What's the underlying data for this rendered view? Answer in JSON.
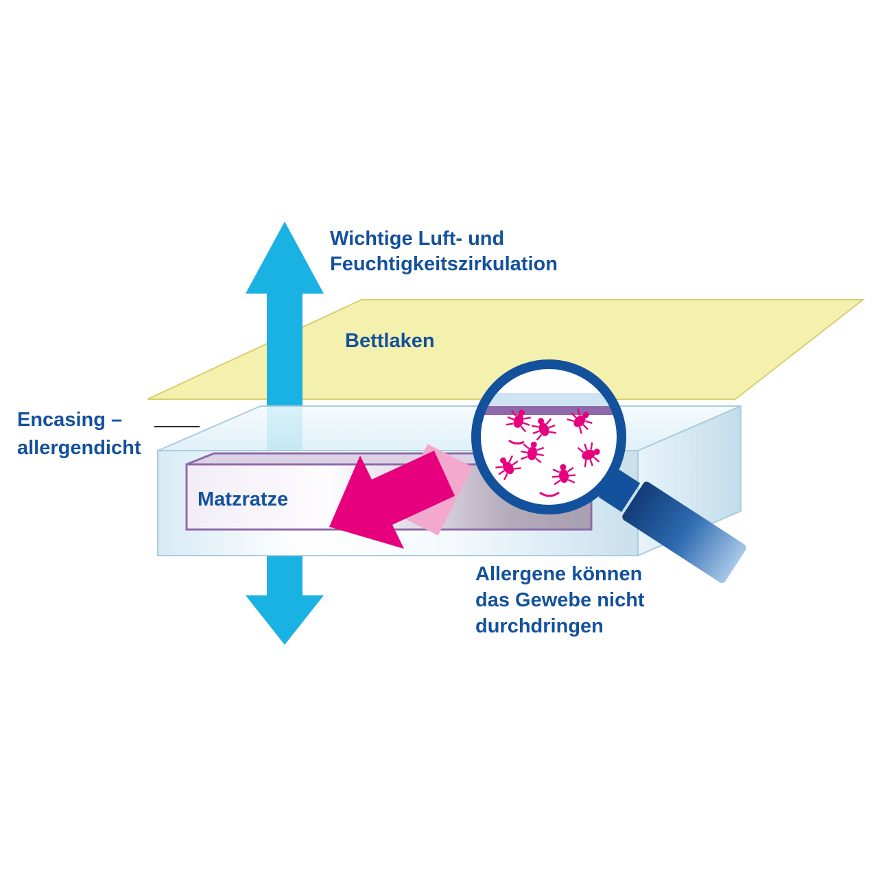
{
  "diagram": {
    "labels": {
      "circulation_line1": "Wichtige Luft- und",
      "circulation_line2": "Feuchtigkeitszirkulation",
      "sheet": "Bettlaken",
      "encasing_line1": "Encasing –",
      "encasing_line2": "allergendicht",
      "mattress": "Matzratze",
      "allergen_line1": "Allergene können",
      "allergen_line2": "das Gewebe nicht",
      "allergen_line3": "durchdringen"
    },
    "icons": {
      "up_arrow": "air-circulation-up-arrow",
      "down_arrow": "air-circulation-down-arrow",
      "magnifier": "magnifier-icon",
      "mite": "dust-mite-icon",
      "blocked_arrow": "allergen-blocked-arrow"
    },
    "colors": {
      "text_blue": "#14519c",
      "arrow_cyan": "#1ab2e2",
      "sheet_yellow": "#f4f0ae",
      "sheet_border": "#d8cf6e",
      "arrow_magenta": "#e6007e",
      "arrow_light_pink": "#f2a9cd",
      "encasing_purple": "#8f6aaa",
      "box_border": "#aacbdd",
      "lens_ring_blue": "#14519c"
    }
  }
}
